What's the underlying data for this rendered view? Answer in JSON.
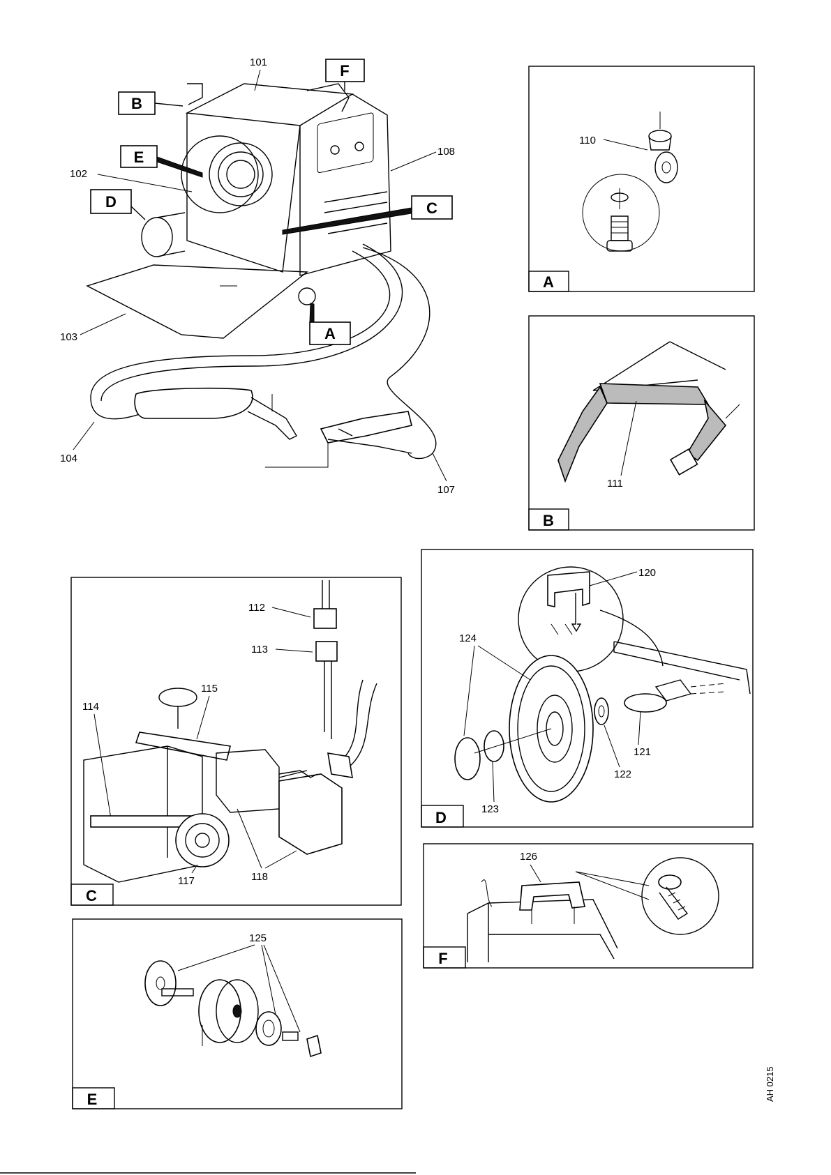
{
  "main_figure": {
    "callouts": {
      "label_B": "B",
      "label_F": "F",
      "label_E": "E",
      "label_D": "D",
      "label_C": "C",
      "label_A": "A",
      "n101": "101",
      "n102": "102",
      "n103": "103",
      "n104": "104",
      "n107": "107",
      "n108": "108"
    }
  },
  "panel_A": {
    "tag": "A",
    "n110": "110"
  },
  "panel_B": {
    "tag": "B",
    "n111": "111"
  },
  "panel_C": {
    "tag": "C",
    "n112": "112",
    "n113": "113",
    "n114": "114",
    "n115": "115",
    "n117": "117",
    "n118": "118"
  },
  "panel_D": {
    "tag": "D",
    "n120": "120",
    "n121": "121",
    "n122": "122",
    "n123": "123",
    "n124": "124"
  },
  "panel_E": {
    "tag": "E",
    "n125": "125"
  },
  "panel_F": {
    "tag": "F",
    "n126": "126"
  },
  "doc_code": "AH 0215"
}
